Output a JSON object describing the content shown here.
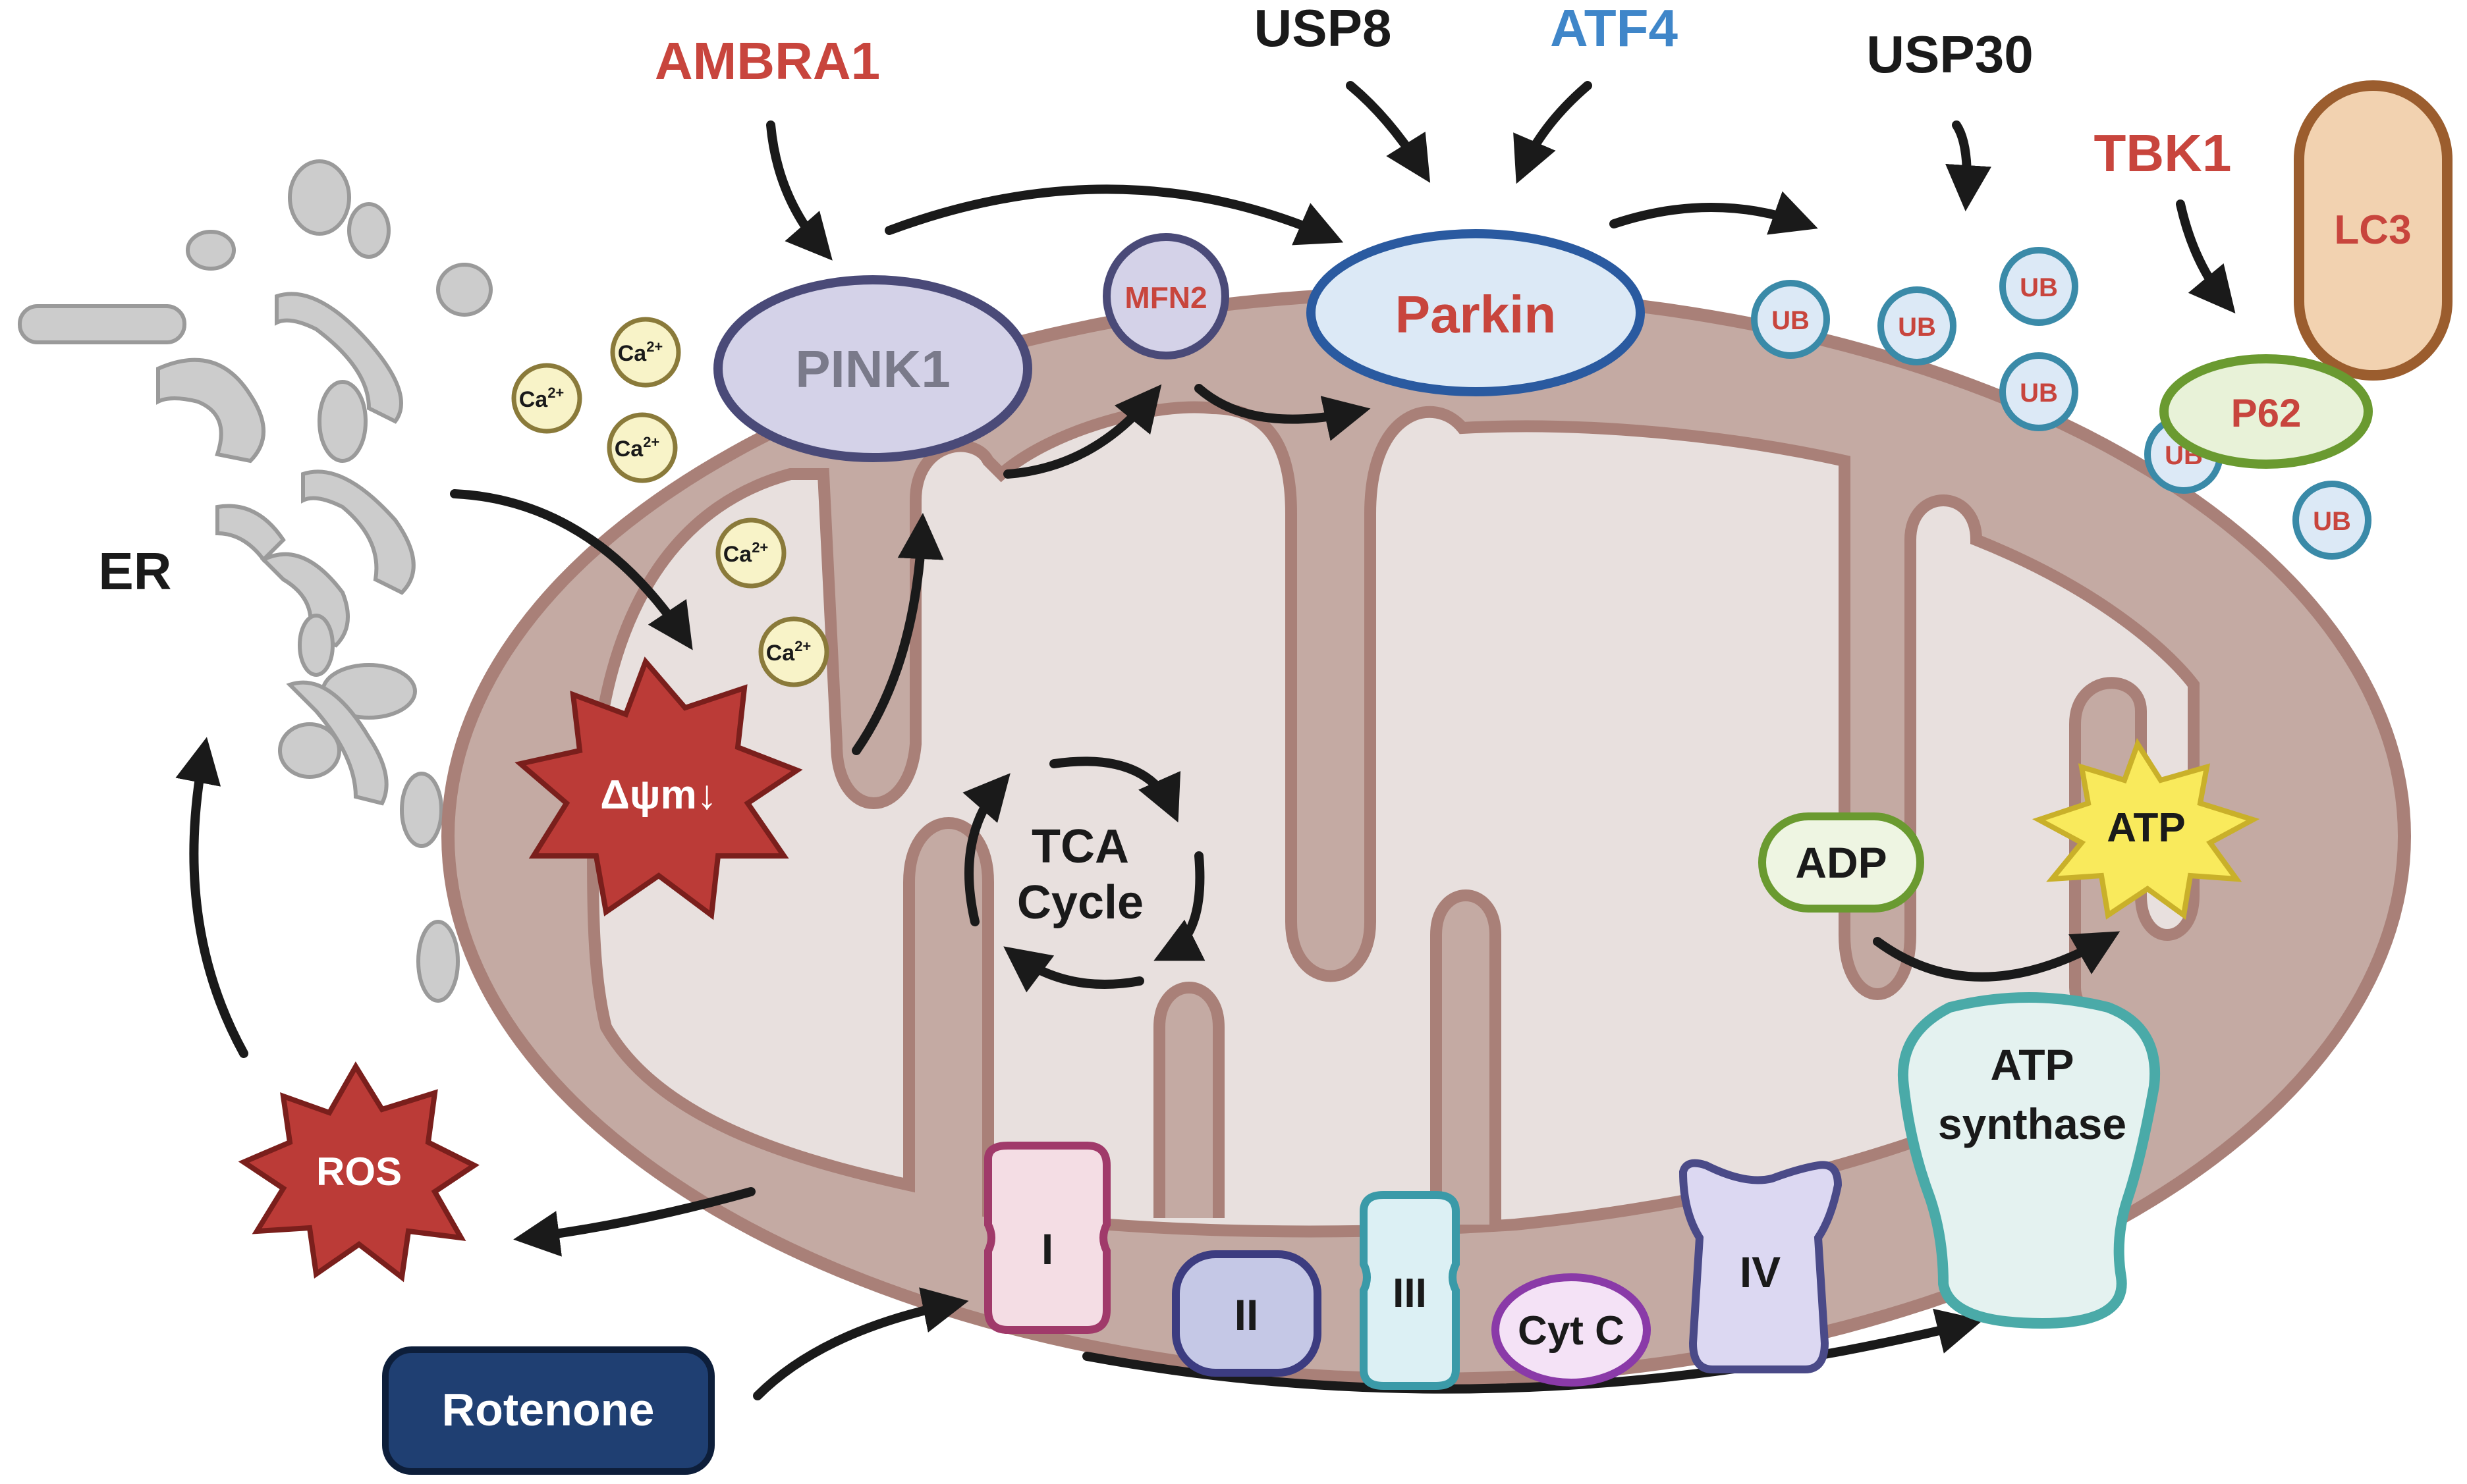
{
  "colors": {
    "red_label": "#c8453d",
    "blue_label": "#3f86c9",
    "dark_label": "#1a1a1a",
    "mito_outer": "#a98078",
    "mito_intermembrane": "#c4aaa3",
    "mito_matrix": "#e8e0de",
    "er": "#cccccc",
    "star_red": "#bb3b37",
    "star_yellow": "#f9ea5c",
    "rotenone_bg": "#1f3f72"
  },
  "labels": {
    "er": "ER",
    "ambra1": "AMBRA1",
    "usp8": "USP8",
    "atf4": "ATF4",
    "usp30": "USP30",
    "tbk1": "TBK1",
    "lc3": "LC3",
    "pink1": "PINK1",
    "mfn2": "MFN2",
    "parkin": "Parkin",
    "p62": "P62",
    "ub": "UB",
    "ca_base": "Ca",
    "ca_sup": "2+",
    "delta_psi": "Δψm↓",
    "ros": "ROS",
    "tca_line1": "TCA",
    "tca_line2": "Cycle",
    "adp": "ADP",
    "atp": "ATP",
    "atp_synthase_line1": "ATP",
    "atp_synthase_line2": "synthase",
    "complex_1": "I",
    "complex_2": "II",
    "complex_3": "III",
    "complex_4": "IV",
    "cyt_c": "Cyt C",
    "rotenone": "Rotenone"
  }
}
